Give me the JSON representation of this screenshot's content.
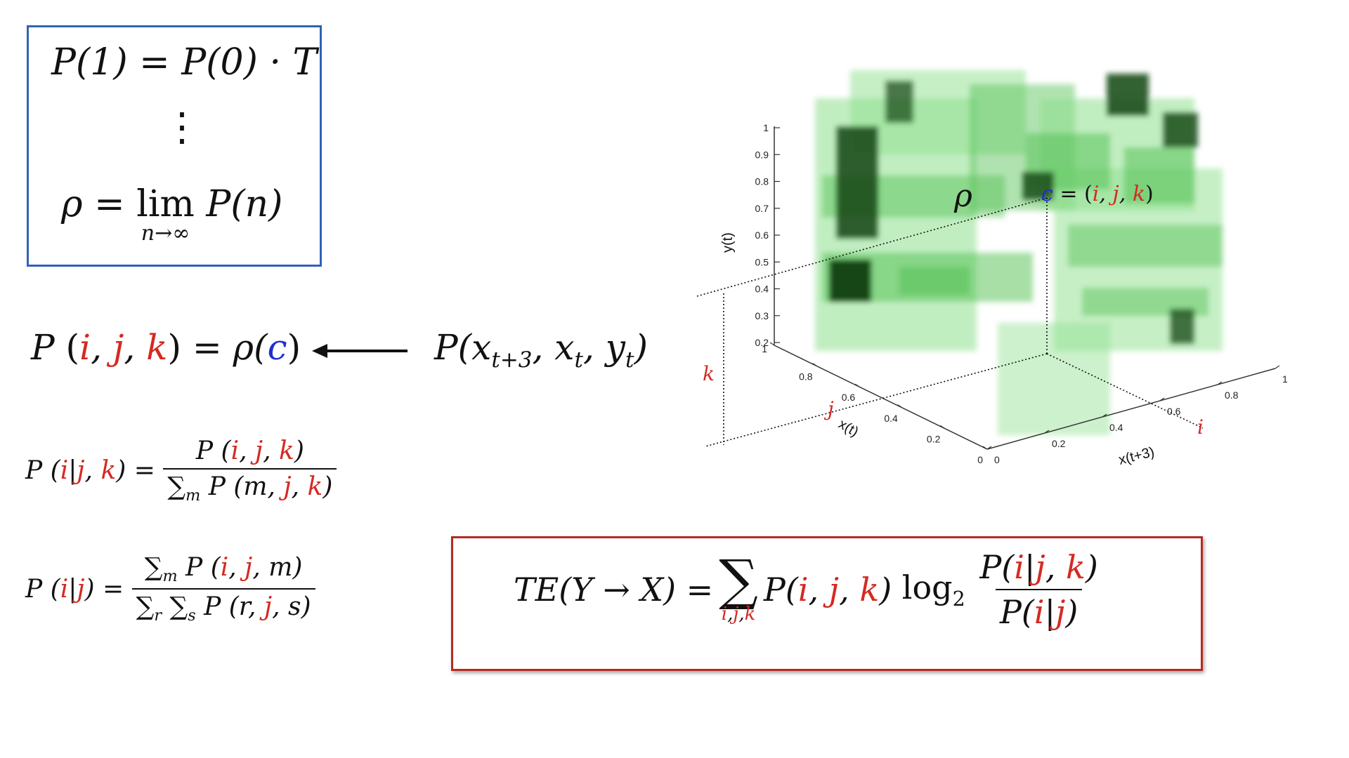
{
  "eqbox": {
    "line1": "P(1) = P(0) · T",
    "dots": "⋮",
    "rho": "ρ",
    "eq": "=",
    "lim": "lim",
    "lim_sub": "n→∞",
    "pn": "P(n)"
  },
  "mapping": {
    "lhs_P": "P",
    "i": "i",
    "j": "j",
    "k": "k",
    "eq": "= ρ(",
    "c": "c",
    "close": ")",
    "rhs": "P(x",
    "rhs_sub1": "t+3",
    "rhs_mid1": ", x",
    "rhs_sub2": "t",
    "rhs_mid2": ", y",
    "rhs_sub3": "t",
    "rhs_close": ")"
  },
  "cond1": {
    "lhs": "P (",
    "i": "i",
    "bar": "|",
    "j": "j",
    "comma": ",",
    "k": "k",
    "eq": ") =",
    "num_pre": "P (",
    "num_i": "i",
    "num_j": "j",
    "num_k": "k",
    "den_sum": "∑",
    "den_sub": "m",
    "den_pre": " P (m, ",
    "den_j": "j",
    "den_k": "k"
  },
  "cond2": {
    "lhs": "P (",
    "i": "i",
    "bar": "|",
    "j": "j",
    "eq": ") =",
    "num_sum": "∑",
    "num_sub": "m",
    "num_pre": " P (",
    "num_i": "i",
    "num_j": "j",
    "num_post": ", m)",
    "den_sum1": "∑",
    "den_sub1": "r",
    "den_sum2": " ∑",
    "den_sub2": "s",
    "den_pre": " P (r, ",
    "den_j": "j",
    "den_post": ", s)"
  },
  "te": {
    "lhs": "TE(Y → X) =",
    "sum": "∑",
    "sum_i": "i",
    "sum_j": "j",
    "sum_k": "k",
    "p_pre": "P(",
    "i": "i",
    "j": "j",
    "k": "k",
    "log": "log",
    "log_sub": "2",
    "num_pre": "P(",
    "num_i": "i",
    "num_j": "j",
    "num_k": "k",
    "den_pre": "P(",
    "den_i": "i",
    "den_j": "j"
  },
  "plot": {
    "y_label": "y(t)",
    "x_label": "x(t)",
    "z_label": "x(t+3)",
    "y_ticks": [
      "0.2",
      "0.3",
      "0.4",
      "0.5",
      "0.6",
      "0.7",
      "0.8",
      "0.9",
      "1"
    ],
    "x_ticks": [
      "1",
      "0.8",
      "0.6",
      "0.4",
      "0.2",
      "0"
    ],
    "z_ticks": [
      "0",
      "0.2",
      "0.4",
      "0.6",
      "0.8",
      "1"
    ],
    "rho": "ρ",
    "c": "c",
    "c_eq": " = (",
    "ci": "i",
    "cj": "j",
    "ck": "k",
    "k": "k",
    "j": "j",
    "i": "i",
    "colors": {
      "light": "#8ee08e",
      "mid": "#4fbf4f",
      "dark": "#124412"
    }
  },
  "arrow": "⟵"
}
